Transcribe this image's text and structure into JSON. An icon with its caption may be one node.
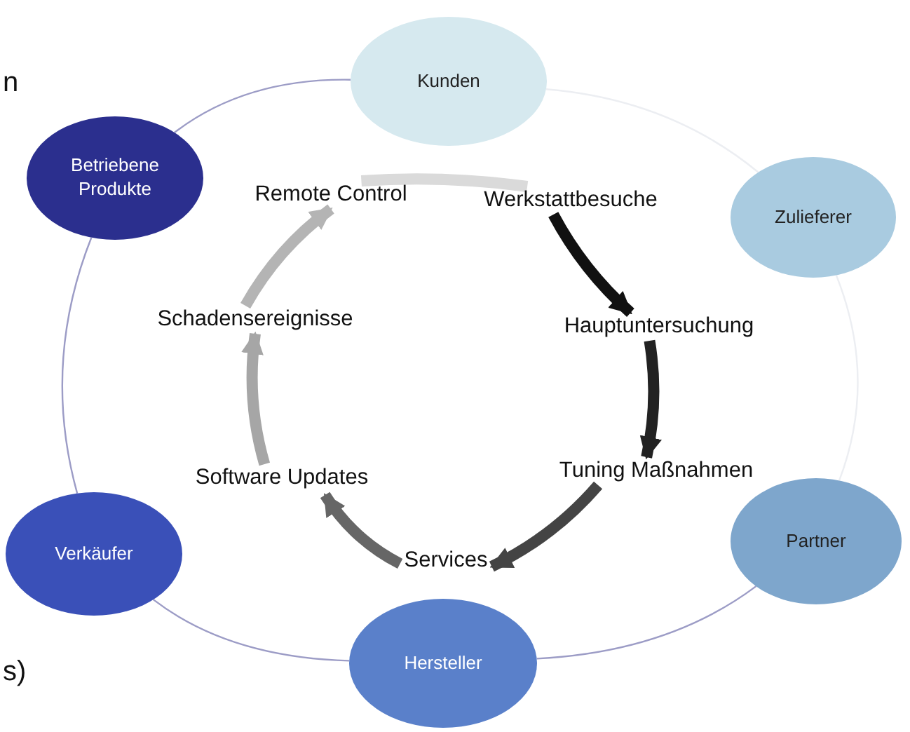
{
  "diagram": {
    "nodes": [
      {
        "text": [
          "Kunden"
        ]
      },
      {
        "text": [
          "Zulieferer"
        ]
      },
      {
        "text": [
          "Partner"
        ]
      },
      {
        "text": [
          "Hersteller"
        ]
      },
      {
        "text": [
          "Verkäufer"
        ]
      },
      {
        "text": [
          "Betriebene Produkte"
        ]
      },
      {
        "text": [
          "Werkstattbesuche"
        ]
      },
      {
        "text": [
          "Hauptuntersuchung"
        ]
      },
      {
        "text": [
          "Tuning Maßnahmen"
        ]
      },
      {
        "text": [
          "Services"
        ]
      },
      {
        "text": [
          "Software Updates"
        ]
      },
      {
        "text": [
          "Schadensereignisse"
        ]
      },
      {
        "text": [
          "Remote Control"
        ]
      }
    ],
    "edges": [
      {
        "from": 6,
        "to": 7,
        "arrow": "to",
        "color": "#111111"
      },
      {
        "from": 7,
        "to": 8,
        "arrow": "to",
        "color": "#222222"
      },
      {
        "from": 8,
        "to": 9,
        "arrow": "to",
        "color": "#444444"
      },
      {
        "from": 9,
        "to": 10,
        "arrow": "to",
        "color": "#666666"
      },
      {
        "from": 10,
        "to": 11,
        "arrow": "to",
        "color": "#a6a6a6"
      },
      {
        "from": 11,
        "to": 12,
        "arrow": "to",
        "color": "#b4b4b4"
      },
      {
        "from": 12,
        "to": 6,
        "arrow": "none",
        "color": "#dadada"
      },
      {
        "from": 5,
        "to": 0,
        "arrow": "none"
      },
      {
        "from": 0,
        "to": 1,
        "arrow": "none",
        "color": "#eceef2"
      },
      {
        "from": 1,
        "to": 2,
        "arrow": "none",
        "color": "#eceef2"
      },
      {
        "from": 2,
        "to": 3,
        "arrow": "none"
      },
      {
        "from": 3,
        "to": 4,
        "arrow": "none"
      },
      {
        "from": 4,
        "to": 5,
        "arrow": "none"
      }
    ],
    "labels": [
      "n",
      "s)"
    ]
  }
}
